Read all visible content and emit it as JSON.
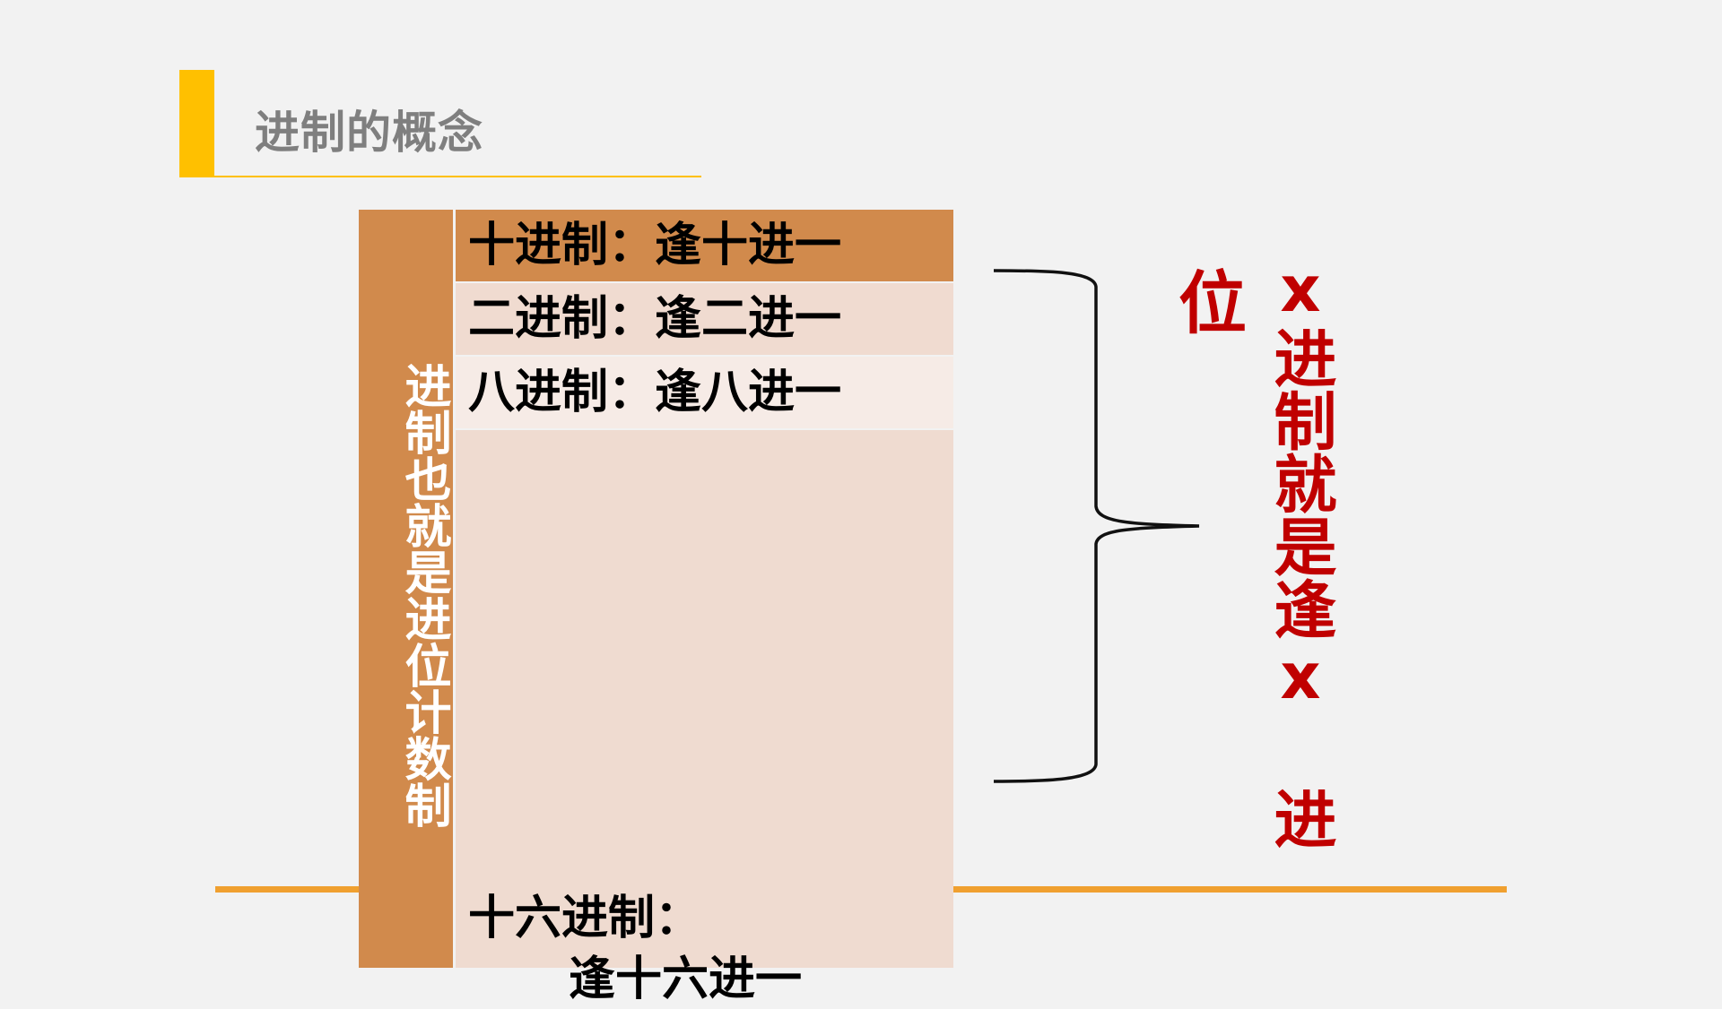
{
  "slide": {
    "title": "进制的概念"
  },
  "side_label": "进制也就是进位计数制",
  "rows": [
    {
      "label": "十进制：逢十进一"
    },
    {
      "label": "二进制：逢二进一"
    },
    {
      "label": "八进制：逢八进一"
    },
    {
      "label_line1": "十六进制：",
      "label_line2": "逢十六进一"
    }
  ],
  "annotation": {
    "wei": "位",
    "vertical_text": "x进制就是逢x 进"
  },
  "colors": {
    "accent_yellow": "#ffc000",
    "header_orange": "#d18a4c",
    "row_light": "#f0dbd0",
    "row_lighter": "#f6ebe6",
    "annotation_red": "#c00000",
    "bottom_line": "#f0a030"
  }
}
